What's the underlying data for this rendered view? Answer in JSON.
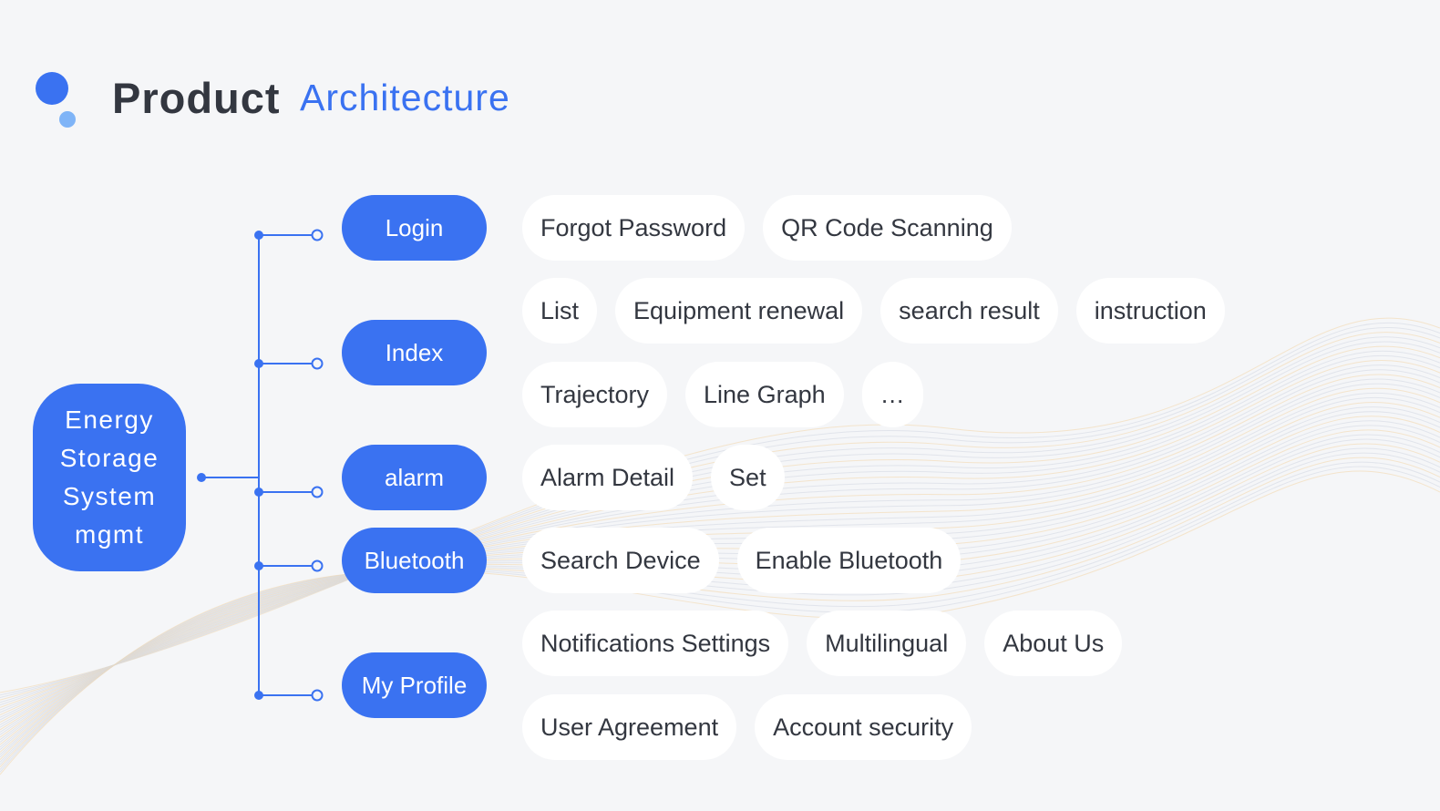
{
  "title": {
    "strong": "Product",
    "accent": "Architecture"
  },
  "root": {
    "label": "Energy Storage System mgmt"
  },
  "modules": [
    {
      "label": "Login",
      "feature_rows": [
        [
          "Forgot Password",
          "QR Code Scanning"
        ]
      ]
    },
    {
      "label": "Index",
      "feature_rows": [
        [
          "List",
          "Equipment renewal",
          "search result",
          "instruction"
        ],
        [
          "Trajectory",
          "Line Graph",
          "…"
        ]
      ]
    },
    {
      "label": "alarm",
      "feature_rows": [
        [
          "Alarm Detail",
          "Set"
        ]
      ]
    },
    {
      "label": "Bluetooth",
      "feature_rows": [
        [
          "Search Device",
          "Enable Bluetooth"
        ]
      ]
    },
    {
      "label": "My Profile",
      "feature_rows": [
        [
          "Notifications Settings",
          "Multilingual",
          "About Us"
        ],
        [
          "User Agreement",
          "Account security"
        ]
      ]
    }
  ],
  "colors": {
    "primary": "#3a72f1",
    "secondary": "#7fb4f7",
    "chip": "#ffffff",
    "text": "#333740"
  }
}
